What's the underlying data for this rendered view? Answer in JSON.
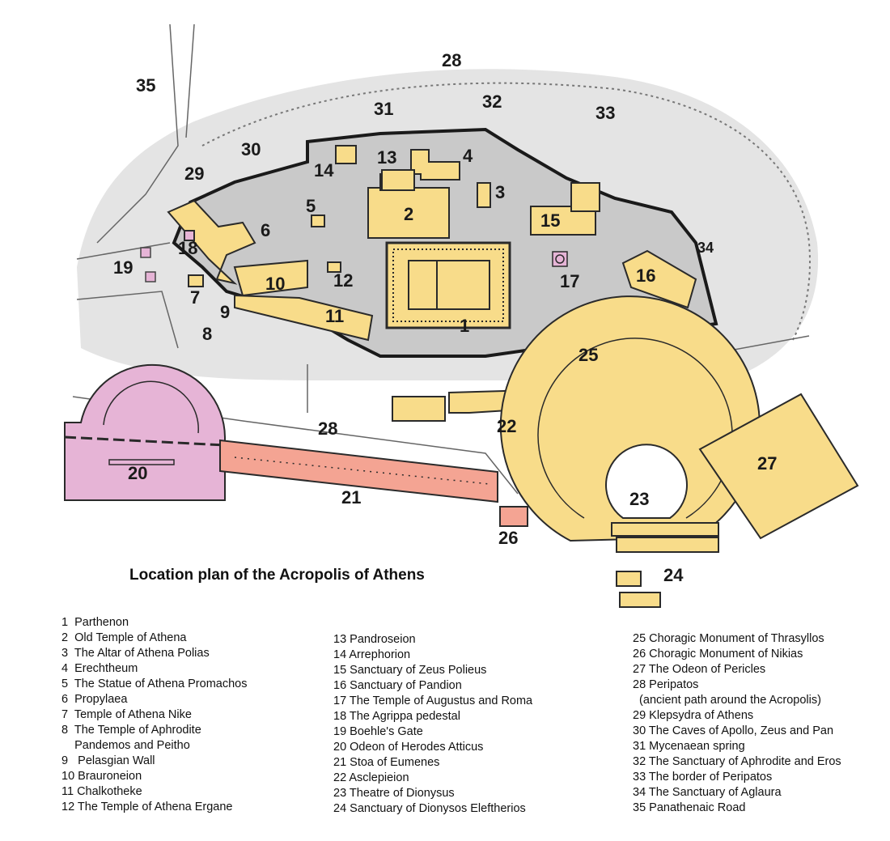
{
  "title": "Location plan of the Acropolis of Athens",
  "map_labels": [
    "1",
    "2",
    "3",
    "4",
    "5",
    "6",
    "7",
    "8",
    "9",
    "10",
    "11",
    "12",
    "13",
    "14",
    "15",
    "16",
    "17",
    "18",
    "19",
    "20",
    "21",
    "22",
    "23",
    "24",
    "25",
    "26",
    "27",
    "28",
    "28",
    "29",
    "30",
    "31",
    "32",
    "33",
    "34",
    "35"
  ],
  "legend": [
    [
      "1  Parthenon",
      "2  Old Temple of Athena",
      "3  The Altar of Athena Polias",
      "4  Erechtheum",
      "5  The Statue of Athena Promachos",
      "6  Propylaea",
      "7  Temple of Athena Nike",
      "8  The Temple of Aphrodite",
      "    Pandemos and Peitho",
      "9   Pelasgian Wall",
      "10 Brauroneion",
      "11 Chalkotheke",
      "12 The Temple of Athena Ergane"
    ],
    [
      "13 Pandroseion",
      "14 Arrephorion",
      "15 Sanctuary of Zeus Polieus",
      "16 Sanctuary of Pandion",
      "17 The Temple of Augustus and Roma",
      "18 The Agrippa pedestal",
      "19 Boehle's Gate",
      "20 Odeon of Herodes Atticus",
      "21 Stoa of Eumenes",
      "22 Asclepieion",
      "23 Theatre of Dionysus",
      "24 Sanctuary of Dionysos Eleftherios"
    ],
    [
      "25 Choragic Monument of Thrasyllos",
      "26 Choragic Monument of Nikias",
      "27 The Odeon of Pericles",
      "28 Peripatos",
      "  (ancient path around the Acropolis)",
      "29 Klepsydra of Athens",
      "30 The Caves of Apollo, Zeus and Pan",
      "31 Mycenaean spring",
      "32 The Sanctuary of Aphrodite and Eros",
      "33 The border of Peripatos",
      "34 The Sanctuary of Aglaura",
      "35 Panathenaic Road"
    ]
  ],
  "colors": {
    "building": "#f8dc8a",
    "outline": "#2a2a2a",
    "rock": "#c9c9c9",
    "hill": "#e3e3e3",
    "roman": "#e6b4d6",
    "stoa": "#f4a493"
  }
}
